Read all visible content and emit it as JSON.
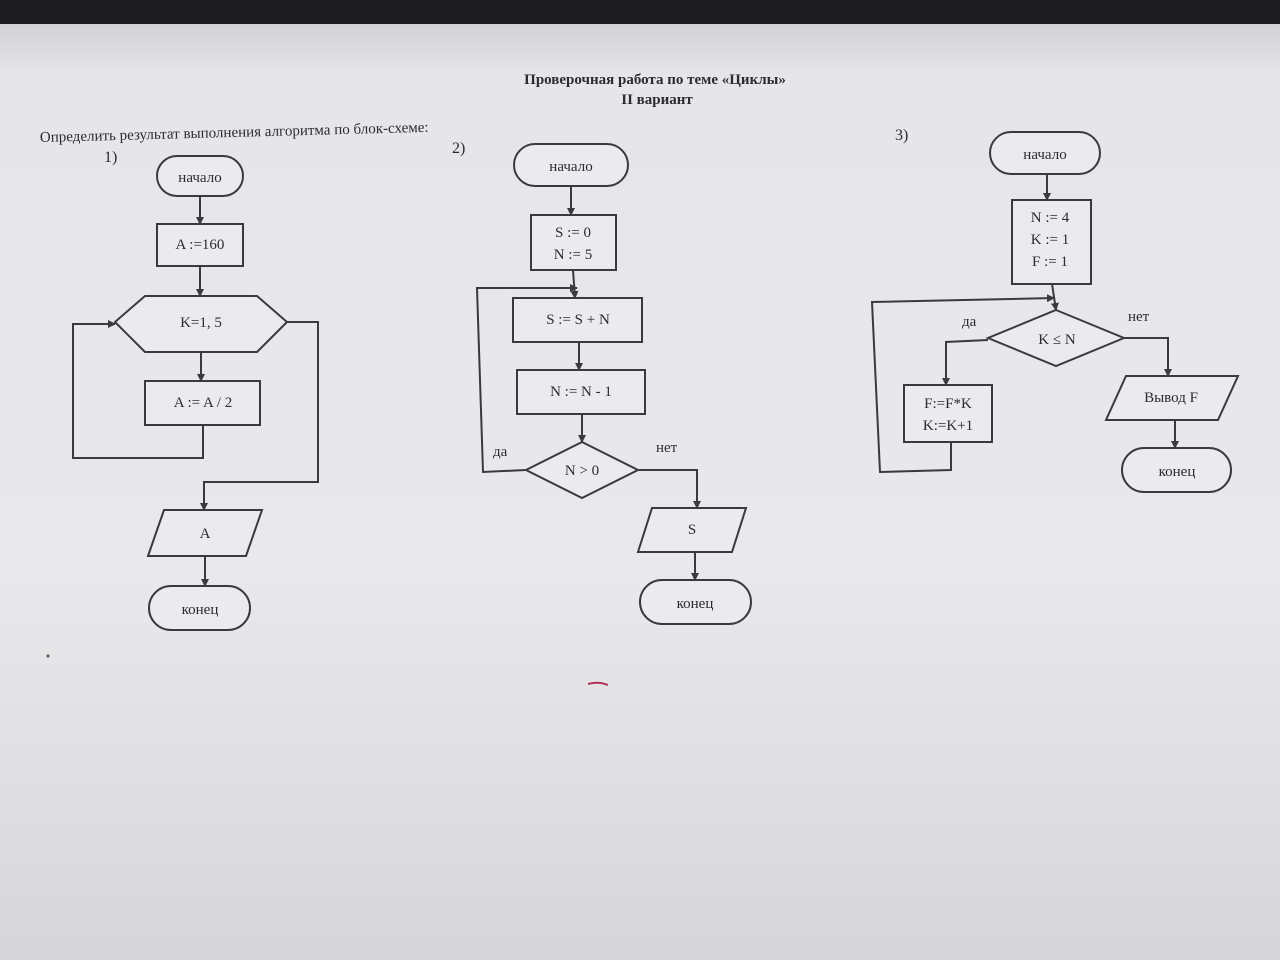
{
  "document": {
    "title": "Проверочная работа по теме «Циклы»",
    "variant": "II вариант",
    "instruction": "Определить результат выполнения алгоритма по блок-схеме:"
  },
  "schemes": {
    "s1": {
      "number": "1)",
      "start": "начало",
      "assign": "A :=160",
      "loop": "K=1, 5",
      "body": "A := A / 2",
      "output": "A",
      "end": "конец"
    },
    "s2": {
      "number": "2)",
      "start": "начало",
      "init1": "S := 0",
      "init2": "N := 5",
      "step1": "S := S + N",
      "step2": "N := N - 1",
      "condition": "N > 0",
      "yes": "да",
      "no": "нет",
      "output": "S",
      "end": "конец"
    },
    "s3": {
      "number": "3)",
      "start": "начало",
      "init1": "N := 4",
      "init2": "K := 1",
      "init3": "F := 1",
      "condition": "K ≤ N",
      "yes": "да",
      "no": "нет",
      "body1": "F:=F*K",
      "body2": "K:=K+1",
      "output": "Вывод F",
      "end": "конец"
    }
  }
}
